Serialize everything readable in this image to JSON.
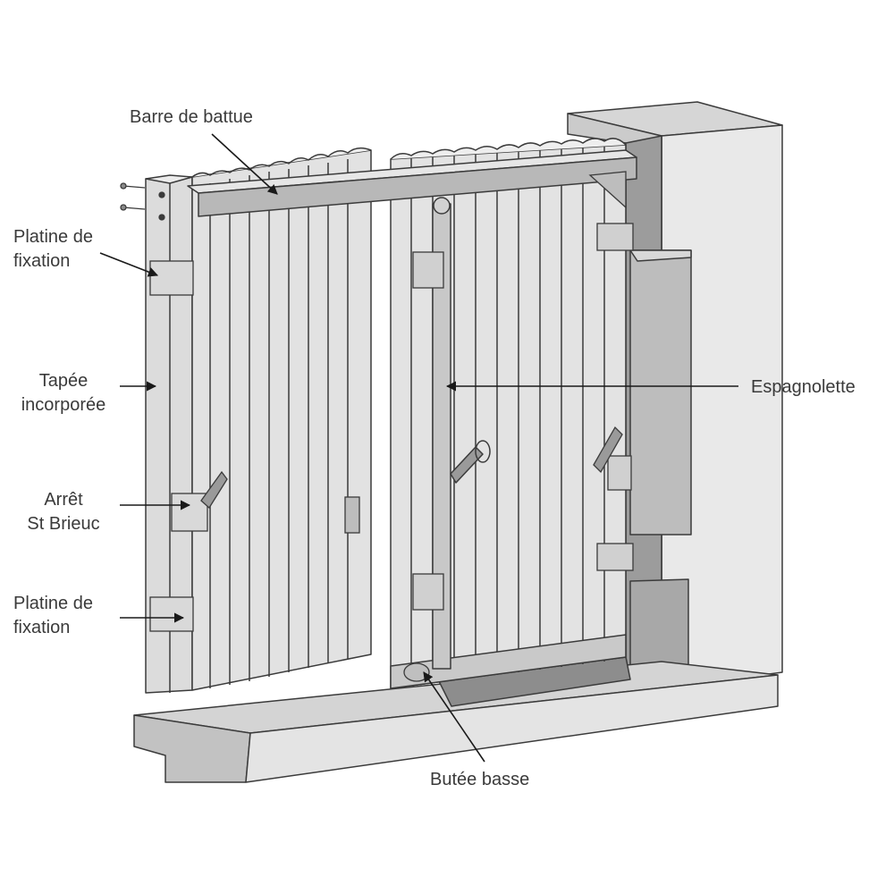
{
  "labels": {
    "barre_de_battue": "Barre de battue",
    "platine_top_line1": "Platine de",
    "platine_top_line2": "fixation",
    "tapee_line1": "Tapée",
    "tapee_line2": "incorporée",
    "arret_line1": "Arrêt",
    "arret_line2": "St Brieuc",
    "platine_bottom_line1": "Platine de",
    "platine_bottom_line2": "fixation",
    "espagnolette": "Espagnolette",
    "butee_basse": "Butée basse"
  },
  "colors": {
    "outline": "#3b3b3b",
    "light_gray": "#e6e6e6",
    "mid_gray": "#cfcfcf",
    "dark_gray": "#8a8a8a",
    "text": "#3a3a3a"
  }
}
